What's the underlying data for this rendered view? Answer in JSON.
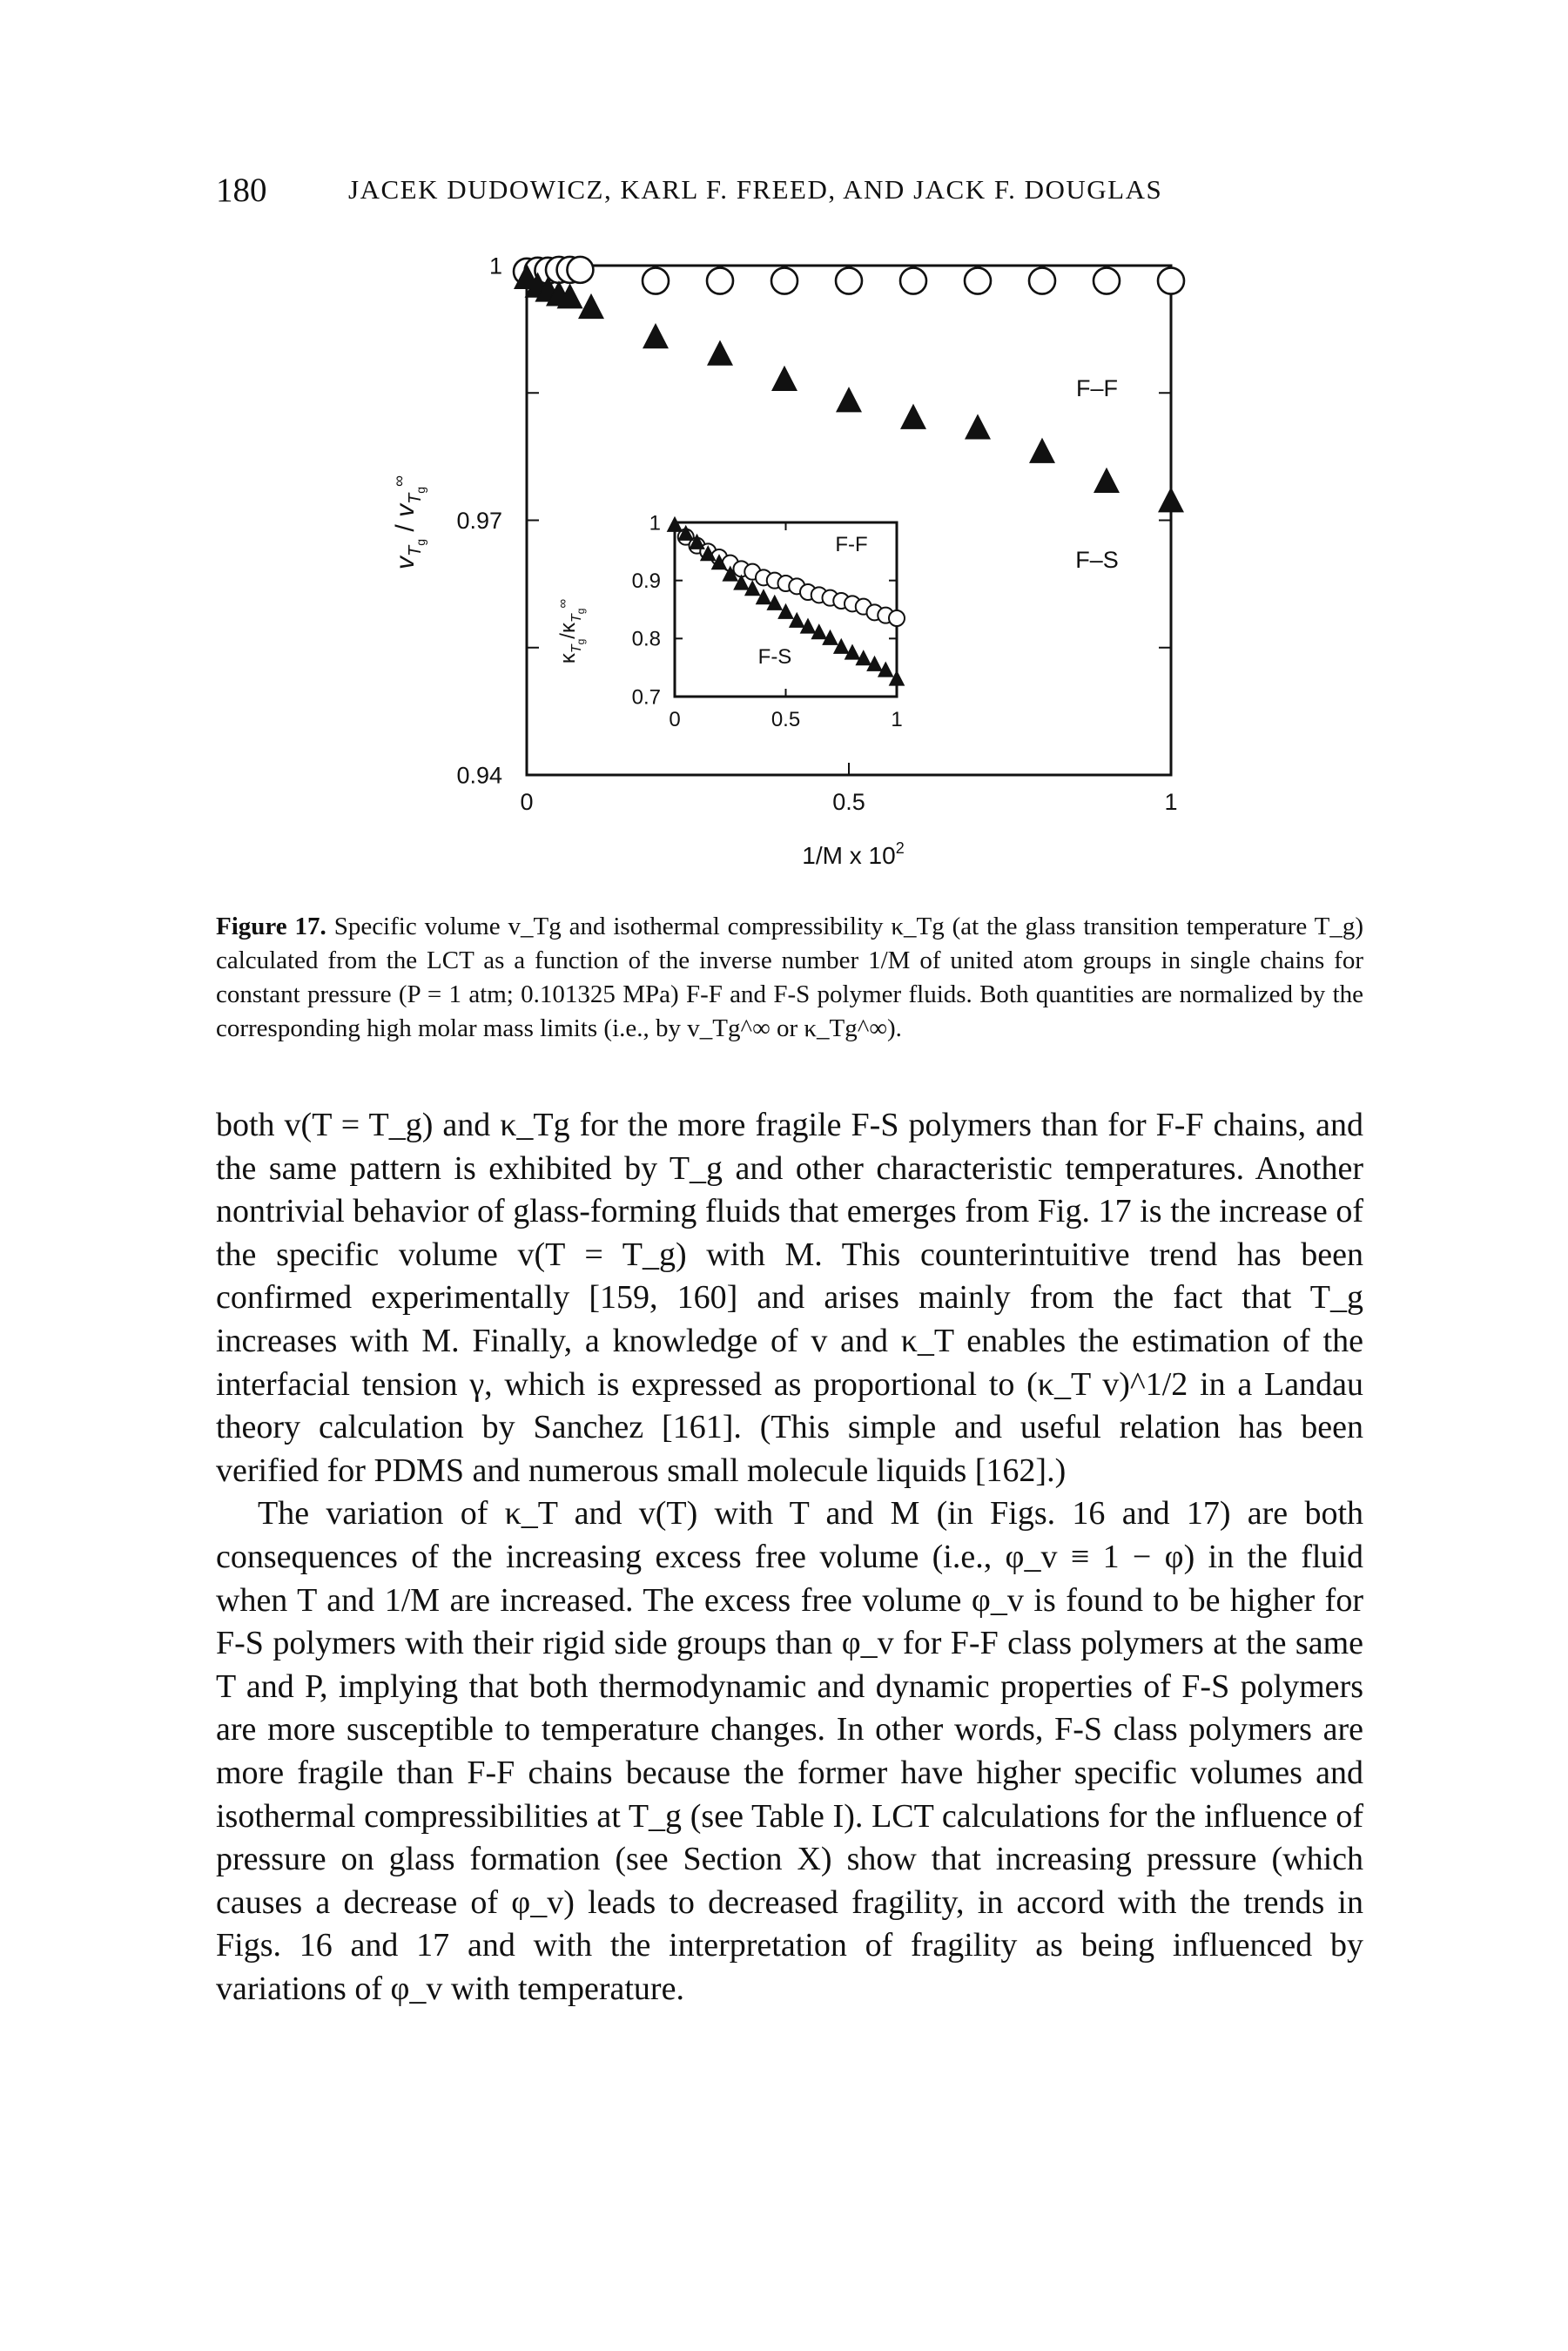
{
  "header": {
    "page_number": "180",
    "running_head": "JACEK DUDOWICZ, KARL F. FREED, AND JACK F. DOUGLAS"
  },
  "figure": {
    "main_ylabel": "v_Tg / v_Tg^∞",
    "main_xlabel": "1/M x 10²",
    "inset_ylabel": "κ_Tg / κ_Tg^∞",
    "label_ff": "F–F",
    "label_fs": "F–S",
    "inset_label_ff": "F-F",
    "inset_label_fs": "F-S"
  },
  "chart_data": [
    {
      "type": "scatter",
      "panel": "main",
      "title": "",
      "xlabel": "1/M x 10²",
      "ylabel": "v_Tg / v_Tg^∞",
      "xlim": [
        0,
        1
      ],
      "ylim": [
        0.94,
        1.0
      ],
      "xticks": [
        "0",
        "0.5",
        "1"
      ],
      "yticks": [
        "0.94",
        "0.97",
        "1"
      ],
      "series": [
        {
          "name": "F–F",
          "marker": "open-circle",
          "x": [
            0.0,
            0.017,
            0.033,
            0.05,
            0.067,
            0.083,
            0.2,
            0.3,
            0.4,
            0.5,
            0.6,
            0.7,
            0.8,
            0.9,
            1.0
          ],
          "y": [
            0.9993,
            0.9994,
            0.9994,
            0.9995,
            0.9995,
            0.9995,
            0.9982,
            0.9982,
            0.9982,
            0.9982,
            0.9982,
            0.9982,
            0.9982,
            0.9982,
            0.9982
          ]
        },
        {
          "name": "F–S",
          "marker": "filled-triangle",
          "x": [
            0.0,
            0.017,
            0.033,
            0.05,
            0.067,
            0.1,
            0.2,
            0.3,
            0.4,
            0.5,
            0.6,
            0.7,
            0.8,
            0.9,
            1.0
          ],
          "y": [
            0.9985,
            0.9975,
            0.997,
            0.9965,
            0.9962,
            0.995,
            0.9915,
            0.9895,
            0.9865,
            0.984,
            0.982,
            0.9808,
            0.978,
            0.9745,
            0.9722
          ]
        }
      ]
    },
    {
      "type": "scatter",
      "panel": "inset",
      "title": "",
      "xlabel": "",
      "ylabel": "κ_Tg / κ_Tg^∞",
      "xlim": [
        0,
        1
      ],
      "ylim": [
        0.7,
        1.0
      ],
      "xticks": [
        "0",
        "0.5",
        "1"
      ],
      "yticks": [
        "0.7",
        "0.8",
        "0.9",
        "1"
      ],
      "series": [
        {
          "name": "F-F",
          "marker": "open-circle",
          "x": [
            0.05,
            0.1,
            0.15,
            0.2,
            0.25,
            0.3,
            0.35,
            0.4,
            0.45,
            0.5,
            0.55,
            0.6,
            0.65,
            0.7,
            0.75,
            0.8,
            0.85,
            0.9,
            0.95,
            1.0
          ],
          "y": [
            0.975,
            0.96,
            0.95,
            0.94,
            0.93,
            0.92,
            0.915,
            0.905,
            0.9,
            0.895,
            0.89,
            0.88,
            0.875,
            0.87,
            0.865,
            0.86,
            0.855,
            0.845,
            0.84,
            0.835
          ]
        },
        {
          "name": "F-S",
          "marker": "filled-triangle",
          "x": [
            0.0,
            0.05,
            0.1,
            0.15,
            0.2,
            0.25,
            0.3,
            0.35,
            0.4,
            0.45,
            0.5,
            0.55,
            0.6,
            0.65,
            0.7,
            0.75,
            0.8,
            0.85,
            0.9,
            0.95,
            1.0
          ],
          "y": [
            0.995,
            0.98,
            0.965,
            0.945,
            0.93,
            0.91,
            0.895,
            0.885,
            0.87,
            0.86,
            0.845,
            0.83,
            0.82,
            0.81,
            0.8,
            0.785,
            0.775,
            0.765,
            0.755,
            0.745,
            0.73
          ]
        }
      ]
    }
  ],
  "caption": {
    "label": "Figure 17.",
    "text": "Specific volume v_Tg and isothermal compressibility κ_Tg (at the glass transition temperature T_g) calculated from the LCT as a function of the inverse number 1/M of united atom groups in single chains for constant pressure (P = 1 atm; 0.101325 MPa) F-F and F-S polymer fluids. Both quantities are normalized by the corresponding high molar mass limits (i.e., by v_Tg^∞ or κ_Tg^∞)."
  },
  "body": {
    "p1": "both v(T = T_g) and κ_Tg for the more fragile F-S polymers than for F-F chains, and the same pattern is exhibited by T_g and other characteristic temperatures. Another nontrivial behavior of glass-forming fluids that emerges from Fig. 17 is the increase of the specific volume v(T = T_g) with M. This counterintuitive trend has been confirmed experimentally [159, 160] and arises mainly from the fact that T_g increases with M. Finally, a knowledge of v and κ_T enables the estimation of the interfacial tension γ, which is expressed as proportional to (κ_T v)^1/2 in a Landau theory calculation by Sanchez [161]. (This simple and useful relation has been verified for PDMS and numerous small molecule liquids [162].)",
    "p2": "The variation of κ_T and v(T) with T and M (in Figs. 16 and 17) are both consequences of the increasing excess free volume (i.e., φ_v ≡ 1 − φ) in the fluid when T and 1/M are increased. The excess free volume φ_v is found to be higher for F-S polymers with their rigid side groups than φ_v for F-F class polymers at the same T and P, implying that both thermodynamic and dynamic properties of F-S polymers are more susceptible to temperature changes. In other words, F-S class polymers are more fragile than F-F chains because the former have higher specific volumes and isothermal compressibilities at T_g (see Table I). LCT calculations for the influence of pressure on glass formation (see Section X) show that increasing pressure (which causes a decrease of φ_v) leads to decreased fragility, in accord with the trends in Figs. 16 and 17 and with the interpretation of fragility as being influenced by variations of φ_v with temperature."
  }
}
